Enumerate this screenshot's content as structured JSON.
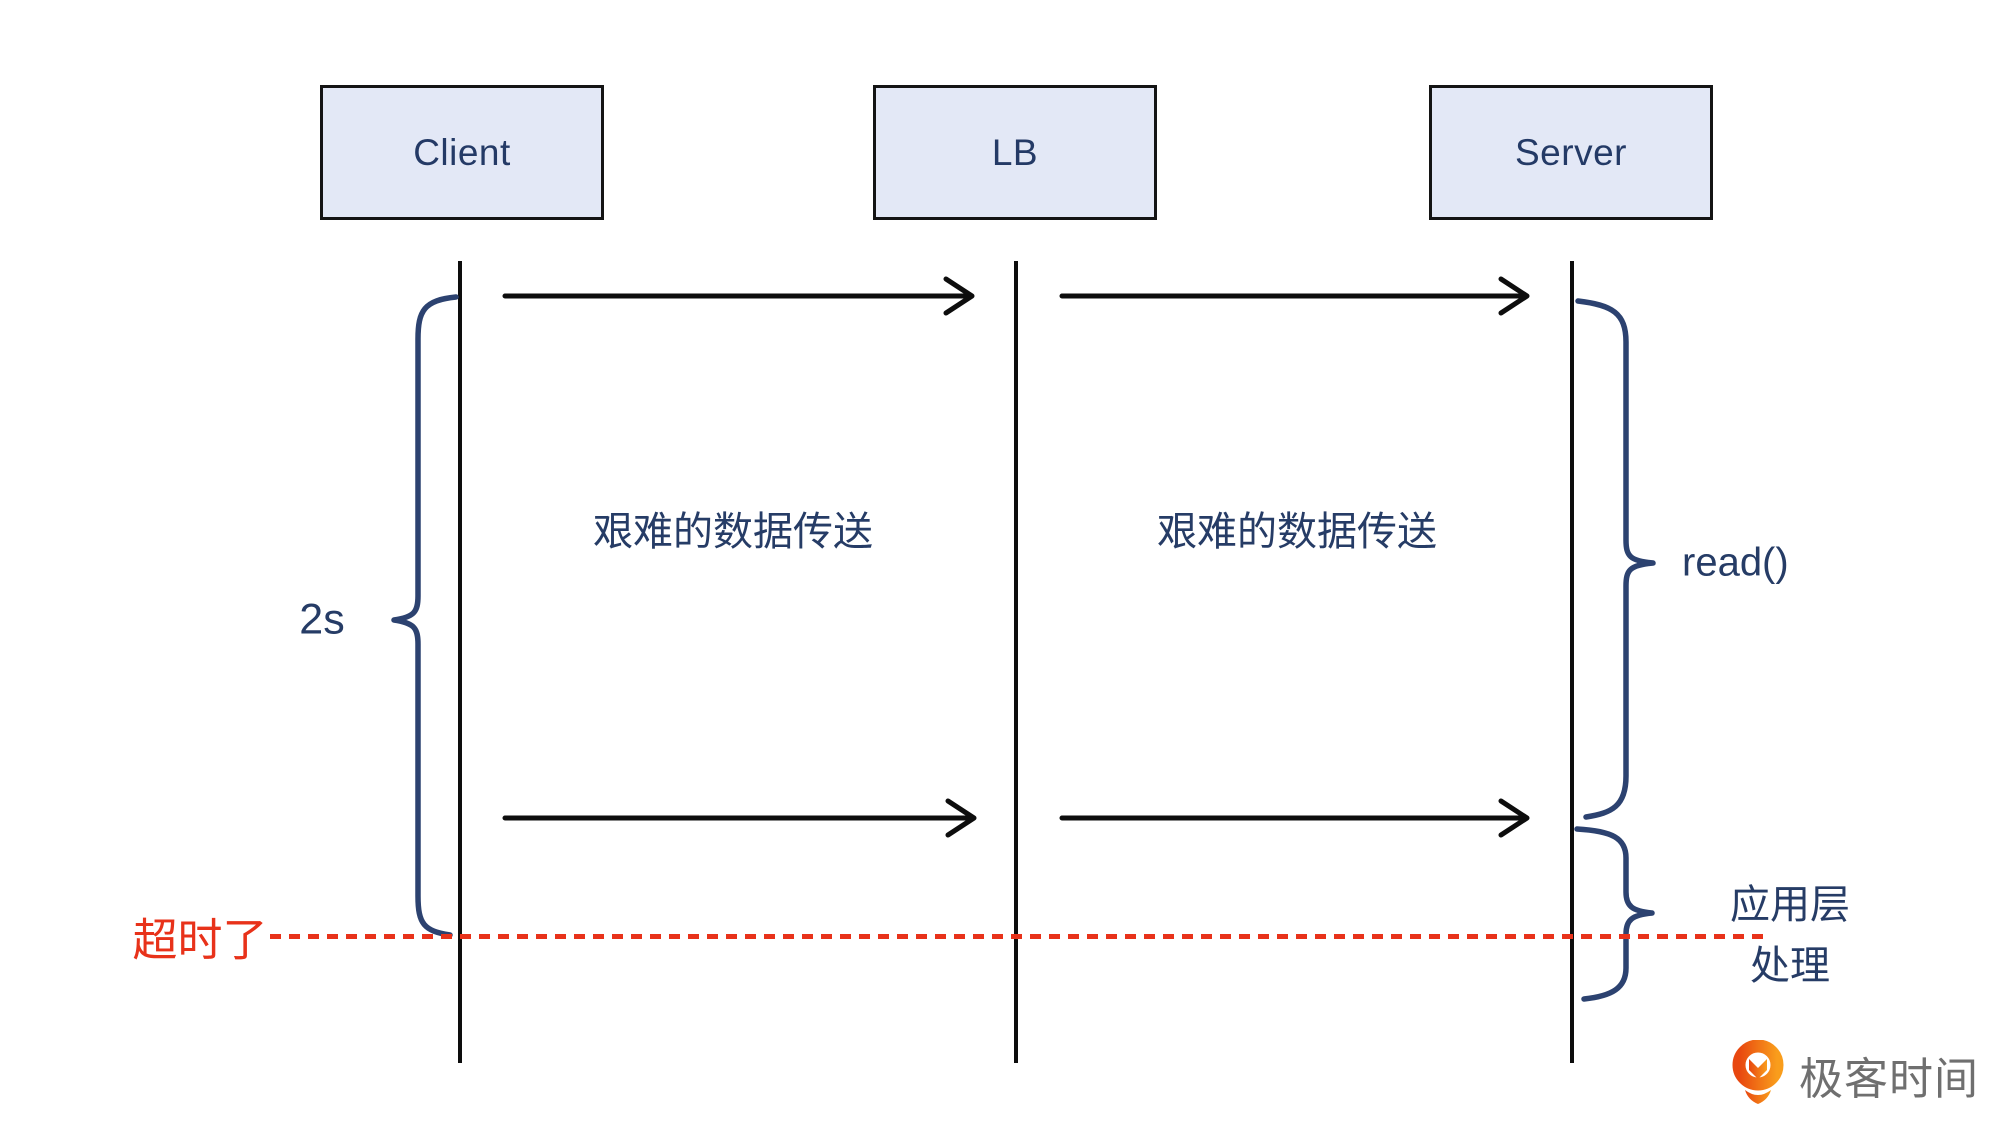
{
  "diagram": {
    "actors": [
      {
        "label": "Client"
      },
      {
        "label": "LB"
      },
      {
        "label": "Server"
      }
    ],
    "messages": {
      "client_lb_label": "艰难的数据传送",
      "lb_server_label": "艰难的数据传送"
    },
    "annotations": {
      "duration_label": "2s",
      "read_label": "read()",
      "timeout_label": "超时了",
      "app_layer_line1": "应用层",
      "app_layer_line2": "处理"
    },
    "colors": {
      "actor_fill": "#e3e8f6",
      "actor_border": "#141414",
      "navy_text": "#263c66",
      "brace_stroke": "#2c4270",
      "arrow_black": "#0d0d0d",
      "timeout_red": "#e8321a",
      "logo_orange": "#f28a1e",
      "logo_gray": "#6f6f6f"
    }
  },
  "branding": {
    "logo_text": "极客时间"
  }
}
